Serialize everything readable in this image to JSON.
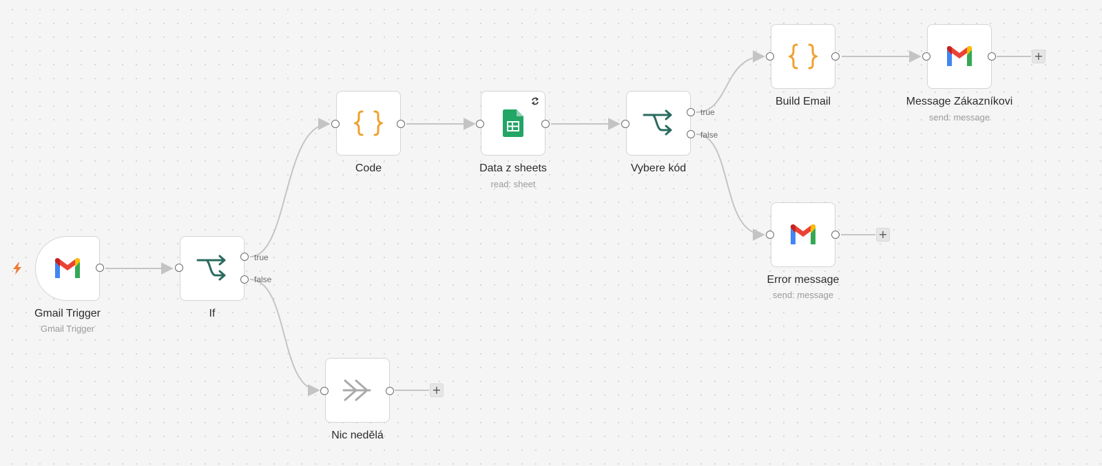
{
  "workflow": {
    "nodes": [
      {
        "id": "gmail-trigger",
        "title": "Gmail Trigger",
        "subtitle": "Gmail Trigger",
        "icon": "gmail-icon",
        "type": "trigger"
      },
      {
        "id": "if",
        "title": "If",
        "subtitle": "",
        "icon": "branch-icon",
        "outputs": [
          "true",
          "false"
        ]
      },
      {
        "id": "code",
        "title": "Code",
        "subtitle": "",
        "icon": "code-braces-icon"
      },
      {
        "id": "data-z-sheets",
        "title": "Data z sheets",
        "subtitle": "read: sheet",
        "icon": "google-sheets-icon",
        "badge": "sync-icon"
      },
      {
        "id": "vybere-kod",
        "title": "Vybere kód",
        "subtitle": "",
        "icon": "branch-icon",
        "outputs": [
          "true",
          "false"
        ]
      },
      {
        "id": "build-email",
        "title": "Build Email",
        "subtitle": "",
        "icon": "code-braces-icon"
      },
      {
        "id": "message-zakaznikovi",
        "title": "Message Zákazníkovi",
        "subtitle": "send: message",
        "icon": "gmail-icon"
      },
      {
        "id": "error-message",
        "title": "Error message",
        "subtitle": "send: message",
        "icon": "gmail-icon"
      },
      {
        "id": "nic-nedela",
        "title": "Nic nedělá",
        "subtitle": "",
        "icon": "no-op-arrows-icon"
      }
    ],
    "connections": [
      {
        "from": "gmail-trigger",
        "to": "if"
      },
      {
        "from": "if",
        "output": "true",
        "to": "code"
      },
      {
        "from": "if",
        "output": "false",
        "to": "nic-nedela"
      },
      {
        "from": "code",
        "to": "data-z-sheets"
      },
      {
        "from": "data-z-sheets",
        "to": "vybere-kod"
      },
      {
        "from": "vybere-kod",
        "output": "true",
        "to": "build-email"
      },
      {
        "from": "vybere-kod",
        "output": "false",
        "to": "error-message"
      },
      {
        "from": "build-email",
        "to": "message-zakaznikovi"
      }
    ],
    "add_button_label": "+",
    "colors": {
      "edge": "#c4c4c4",
      "code_accent": "#f0a030",
      "branch_accent": "#2a6b5e",
      "trigger_bolt": "#ef7a34",
      "sheets_green": "#22a565",
      "noop_gray": "#aaaaaa"
    }
  }
}
